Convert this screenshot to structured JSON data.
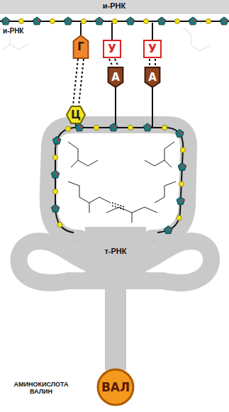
{
  "diagram": {
    "nodes": [
      {
        "text": [
          "Г"
        ]
      },
      {
        "text": [
          "У"
        ]
      },
      {
        "text": [
          "У"
        ]
      },
      {
        "text": [
          "Ц"
        ]
      },
      {
        "text": [
          "А"
        ]
      },
      {
        "text": [
          "А"
        ]
      },
      {
        "text": [
          "ВАЛ"
        ]
      }
    ],
    "edges": [
      {
        "from": 0,
        "to": 3,
        "arrow": "none"
      },
      {
        "from": 1,
        "to": 4,
        "arrow": "none"
      },
      {
        "from": 2,
        "to": 5,
        "arrow": "none"
      }
    ],
    "labels": [
      "и-РНК",
      "и-РНК",
      "т-РНК",
      "АМИНОКИСЛОТА ВАЛИН"
    ]
  }
}
